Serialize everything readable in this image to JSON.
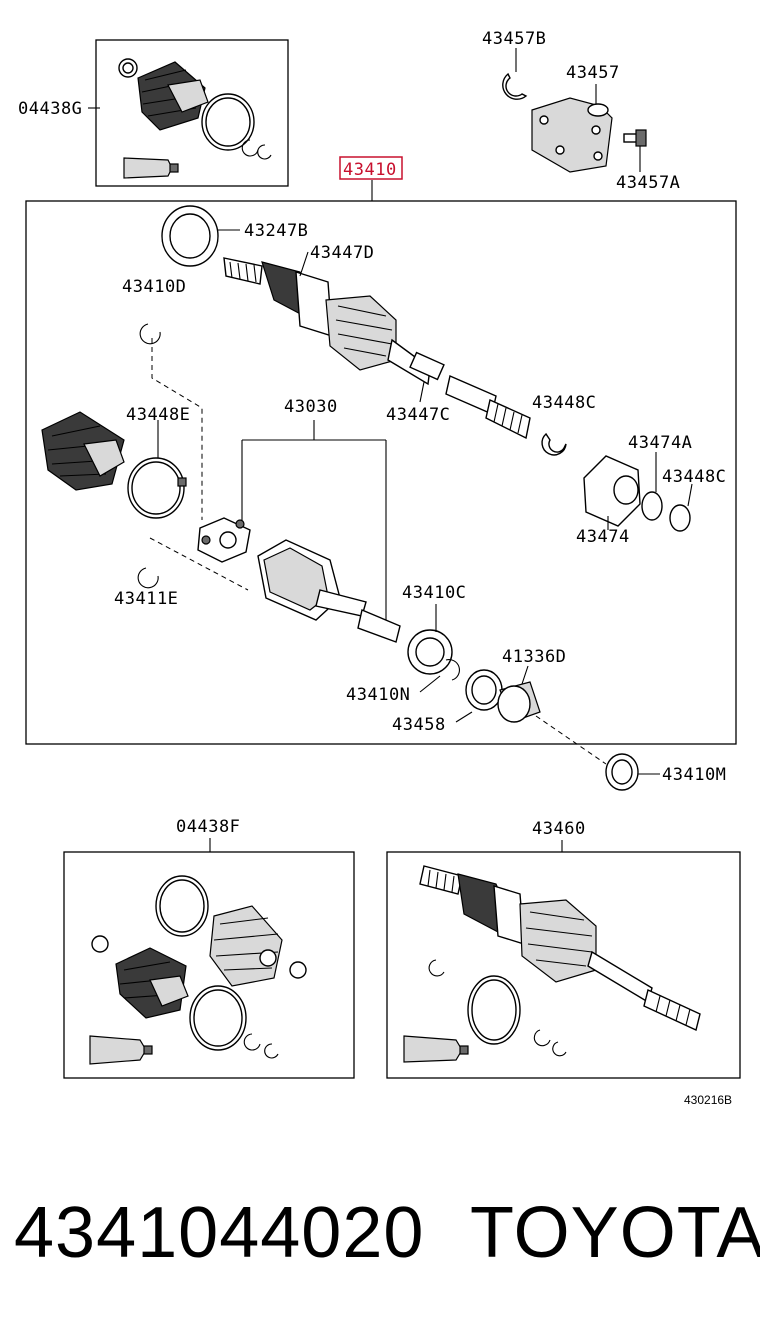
{
  "diagram": {
    "labels": {
      "kit_outer": "04438G",
      "bracket_ring": "43457B",
      "bracket": "43457",
      "bracket_bolt": "43457A",
      "main_assembly": "43410",
      "dust_seal": "43247B",
      "outer_clamp": "43447D",
      "snap_ring_d": "43410D",
      "inner_boot_clamp": "43448E",
      "inner_joint": "43030",
      "outer_clamp_c": "43447C",
      "clamp_c": "43448C",
      "damper_ring": "43474A",
      "clamp_c2": "43448C",
      "damper": "43474",
      "snap_ring_e": "43411E",
      "bearing": "43410C",
      "bearing_retainer": "41336D",
      "snap_ring_n": "43410N",
      "bearing_bracket": "43458",
      "seal_m": "43410M",
      "kit_inner": "04438F",
      "outer_shaft": "43460"
    },
    "figure_code": "430216B"
  },
  "footer": {
    "part_number": "4341044020",
    "brand": "TOYOTA"
  },
  "colors": {
    "highlight": "#c8102e",
    "line": "#000000",
    "boot": "#3a3a3a"
  }
}
